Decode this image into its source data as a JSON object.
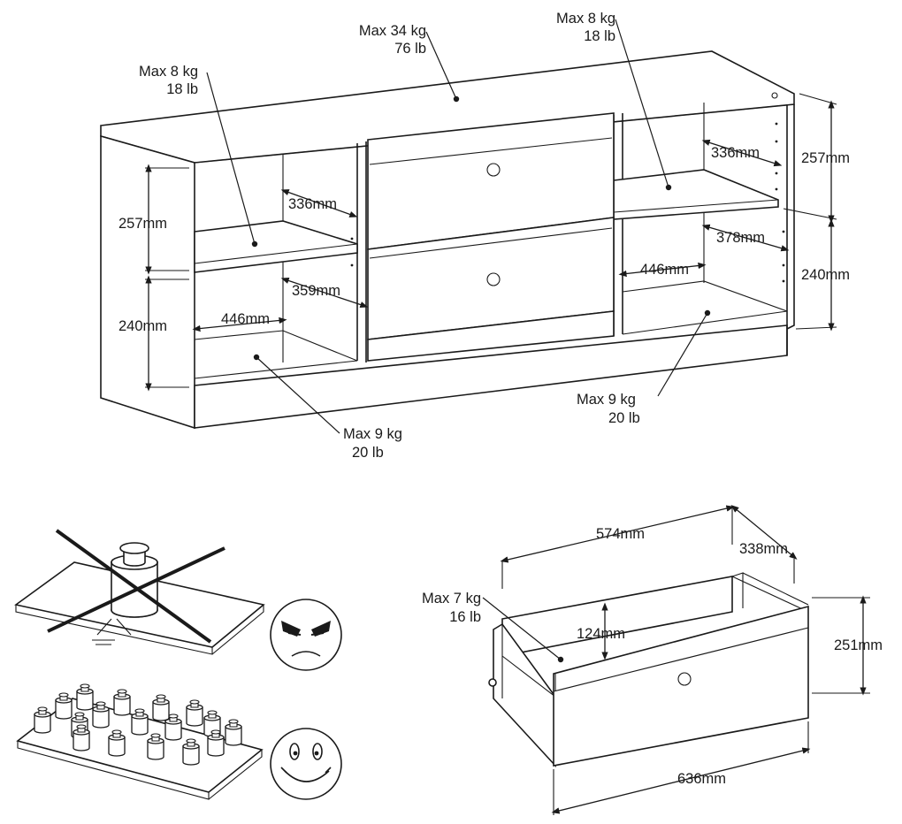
{
  "cabinet": {
    "top_load": {
      "kg": "Max 34 kg",
      "lb": "76 lb"
    },
    "left_shelf_load": {
      "kg": "Max 8 kg",
      "lb": "18 lb"
    },
    "right_shelf_load": {
      "kg": "Max 8 kg",
      "lb": "18 lb"
    },
    "left_bottom_load": {
      "kg": "Max 9 kg",
      "lb": "20 lb"
    },
    "right_bottom_load": {
      "kg": "Max 9 kg",
      "lb": "20 lb"
    },
    "left_upper_height": "257mm",
    "left_lower_height": "240mm",
    "left_shelf_depth": "336mm",
    "left_bottom_depth": "359mm",
    "left_bottom_width": "446mm",
    "right_upper_height": "257mm",
    "right_lower_height": "240mm",
    "right_shelf_depth": "336mm",
    "right_bottom_depth": "378mm",
    "right_bottom_width": "446mm"
  },
  "drawer": {
    "load": {
      "kg": "Max 7 kg",
      "lb": "16 lb"
    },
    "inner_width": "574mm",
    "inner_depth": "338mm",
    "inner_height": "124mm",
    "front_height": "251mm",
    "front_width": "636mm"
  },
  "icons": [
    "weight-icon",
    "angry-face-icon",
    "smiley-face-icon"
  ]
}
